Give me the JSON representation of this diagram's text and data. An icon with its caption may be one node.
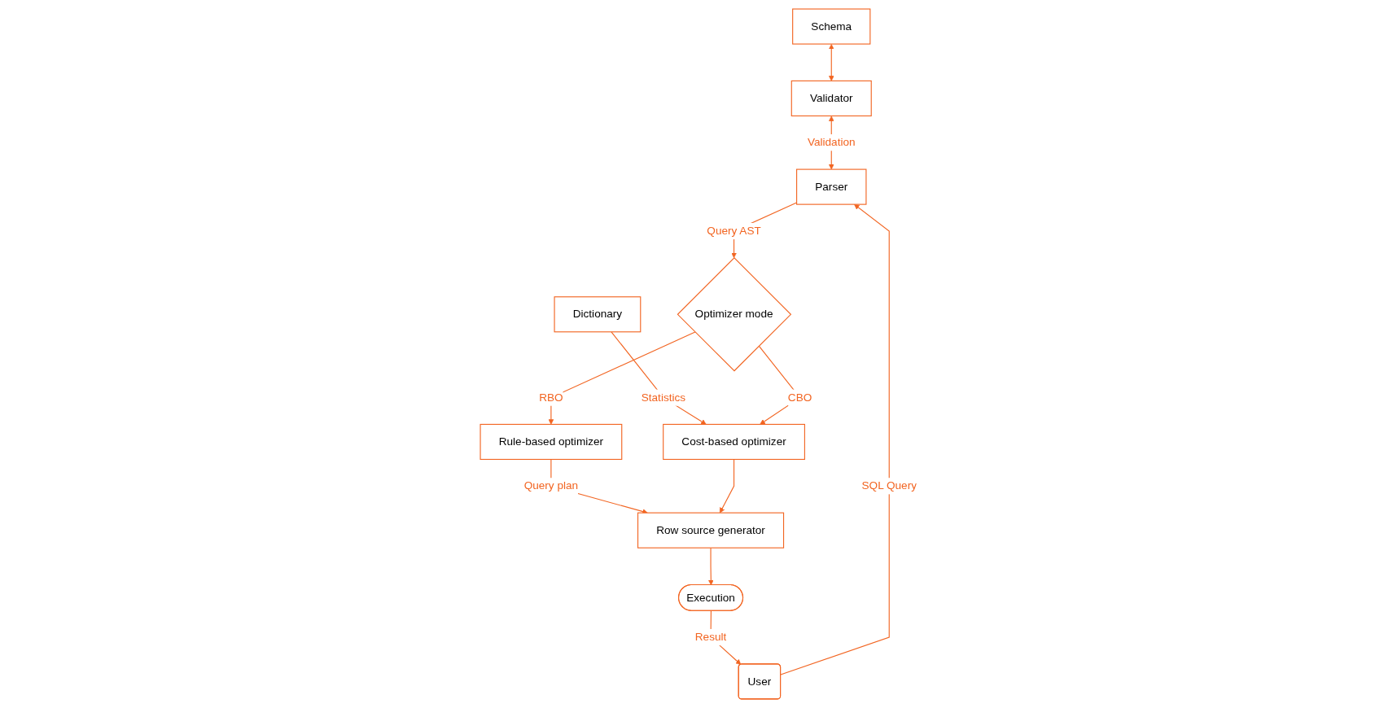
{
  "diagram": {
    "nodes": [
      {
        "text": [
          "Schema"
        ]
      },
      {
        "text": [
          "User"
        ]
      },
      {
        "text": [
          "Validator"
        ]
      },
      {
        "text": [
          "Parser"
        ]
      },
      {
        "text": [
          "Dictionary"
        ]
      },
      {
        "text": [
          "Optimizer mode"
        ]
      },
      {
        "text": [
          "Rule-based optimizer"
        ]
      },
      {
        "text": [
          "Cost-based optimizer"
        ]
      },
      {
        "text": [
          "Row source generator"
        ]
      },
      {
        "text": [
          "Execution"
        ]
      }
    ],
    "edges": [
      {
        "from": 0,
        "to": 2,
        "arrow": "both"
      },
      {
        "from": 2,
        "to": 3,
        "arrow": "both",
        "label": "Validation"
      },
      {
        "from": 1,
        "to": 3,
        "arrow": "to",
        "label": "SQL Query"
      },
      {
        "from": 3,
        "to": 5,
        "arrow": "to",
        "label": "Query AST"
      },
      {
        "from": 4,
        "to": 7,
        "arrow": "to",
        "label": "Statistics"
      },
      {
        "from": 5,
        "to": 6,
        "arrow": "to",
        "label": "RBO"
      },
      {
        "from": 5,
        "to": 7,
        "arrow": "to",
        "label": "CBO"
      },
      {
        "from": 6,
        "to": 8,
        "arrow": "to",
        "label": "Query plan"
      },
      {
        "from": 7,
        "to": 8,
        "arrow": "to"
      },
      {
        "from": 8,
        "to": 9,
        "arrow": "to"
      },
      {
        "from": 9,
        "to": 1,
        "arrow": "to",
        "label": "Result"
      }
    ]
  }
}
